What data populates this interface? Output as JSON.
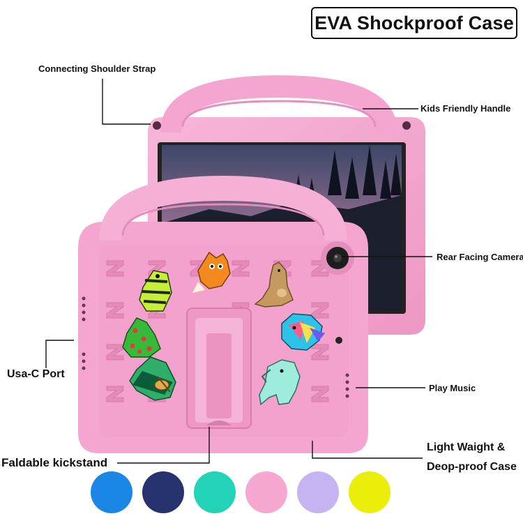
{
  "title": "EVA Shockproof Case",
  "callouts": {
    "strap": "Connecting Shoulder Strap",
    "handle": "Kids Friendly Handle",
    "camera": "Rear Facing Camera",
    "port": "Usa-C Port",
    "music": "Play Music",
    "kickstand": "Faldable kickstand",
    "weight_line1": "Light Waight &",
    "weight_line2": "Deop-proof Case"
  },
  "case_color": "#f4a6d0",
  "color_options": [
    "#1a86e6",
    "#26336e",
    "#22d3b8",
    "#f6a8d0",
    "#c6b3f2",
    "#eaee09"
  ],
  "icons": [
    "tiger-sticker-icon",
    "fox-sticker-icon",
    "kangaroo-sticker-icon",
    "tree-sticker-icon",
    "bird-sticker-icon",
    "guitar-sticker-icon",
    "elephant-sticker-icon",
    "camera-icon"
  ]
}
